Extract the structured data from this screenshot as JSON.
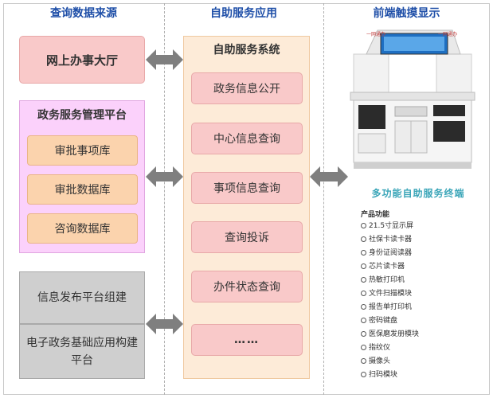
{
  "columns": {
    "left_title": "查询数据来源",
    "middle_title": "自助服务应用",
    "right_title": "前端触摸显示"
  },
  "left": {
    "online_hall": "网上办事大厅",
    "platform": {
      "title": "政务服务管理平台",
      "items": [
        "审批事项库",
        "审批数据库",
        "咨询数据库"
      ]
    },
    "gray_items": [
      "信息发布平台组建",
      "电子政务基础应用构建平台"
    ]
  },
  "middle": {
    "title": "自助服务系统",
    "items": [
      "政务信息公开",
      "中心信息查询",
      "事项信息查询",
      "查询投诉",
      "办件状态查询",
      "……"
    ]
  },
  "terminal": {
    "top_label": "一网通办",
    "name": "多功能自助服务终端",
    "features_title": "产品功能",
    "features": [
      "21.5寸显示屏",
      "社保卡读卡器",
      "身份证阅读器",
      "芯片读卡器",
      "热敏打印机",
      "文件扫描模块",
      "报告单打印机",
      "密码键盘",
      "医保磨发册模块",
      "指纹仪",
      "摄像头",
      "扫码模块"
    ]
  },
  "colors": {
    "title_blue": "#1f4fa8",
    "pink": "#f9c9c9",
    "orange": "#fbd3ad",
    "lavender": "#fbd1fb",
    "cream": "#fdebd8",
    "gray": "#cfcfcf",
    "arrow": "#7f7f7f",
    "terminal_teal": "#3aa5b8"
  }
}
